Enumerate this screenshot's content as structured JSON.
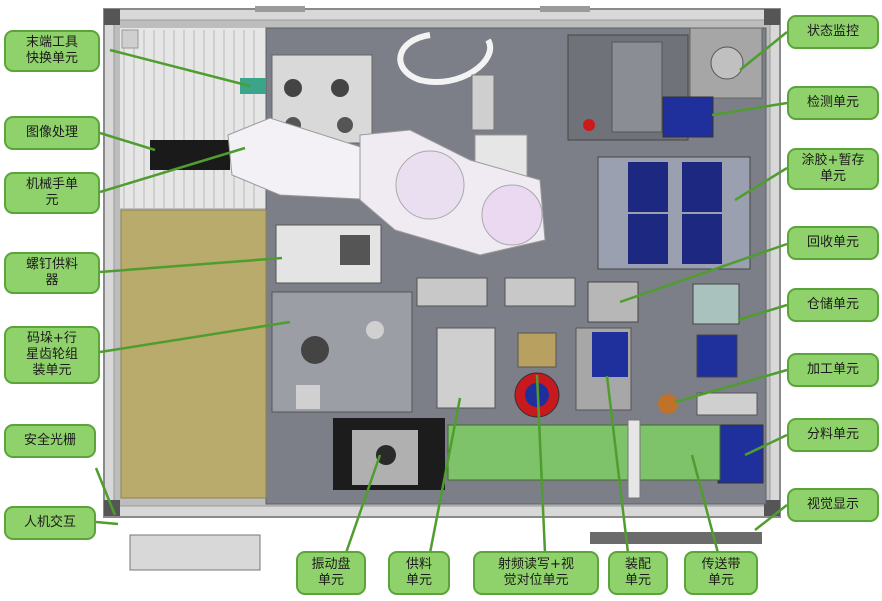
{
  "colors": {
    "label_fill": "#8fd16a",
    "label_border": "#5aa43a",
    "leader_line": "#4f9d2e",
    "frame": "#c9c9c9",
    "panel": "#7d8088",
    "pad": "#b9ab6c",
    "conveyor": "#7ec26a",
    "robot": "#f2eef4",
    "blue_part": "#1f2f9c",
    "red_part": "#c8191e"
  },
  "labels": {
    "tool_change": "末端工具\n快换单元",
    "image_processing": "图像处理",
    "robot_arm": "机械手单\n元",
    "screw_feed": "螺钉供料\n器",
    "stacking_gear": "码垛+行\n星齿轮组\n装单元",
    "light_curtain": "安全光栅",
    "hmi": "人机交互",
    "status_monitor": "状态监控",
    "detection": "检测单元",
    "glue_storage": "涂胶+暂存\n单元",
    "recycle": "回收单元",
    "warehouse": "仓储单元",
    "processing": "加工单元",
    "sorting": "分料单元",
    "vision_display": "视觉显示",
    "vibration_plate": "振动盘\n单元",
    "feeding": "供料\n单元",
    "rfid_vision": "射频读写+视\n觉对位单元",
    "assembly": "装配\n单元",
    "conveyor": "传送带\n单元"
  }
}
